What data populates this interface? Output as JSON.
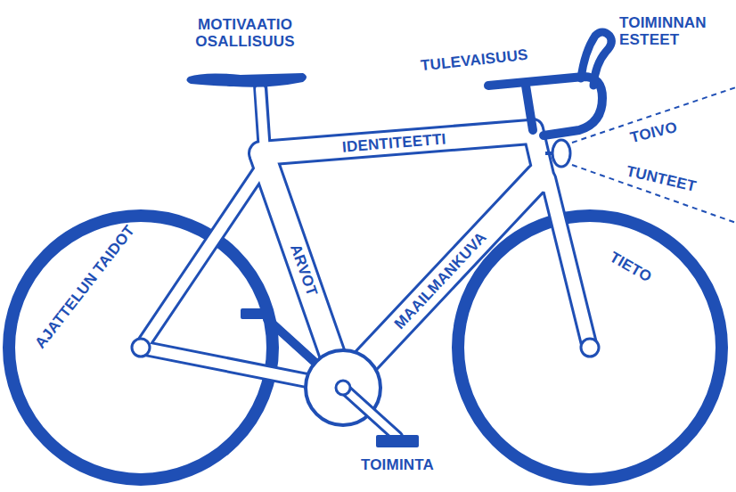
{
  "diagram": {
    "labels": [
      "MOTIVAATIO OSALLISUUS",
      "TULEVAISUUS",
      "TOIMINNAN ESTEET",
      "TOIVO",
      "IDENTITEETTI",
      "TUNTEET",
      "ARVOT",
      "AJATTELUN TAIDOT",
      "TIETO",
      "MAAILMANKUVA",
      "TOIMINTA"
    ]
  }
}
